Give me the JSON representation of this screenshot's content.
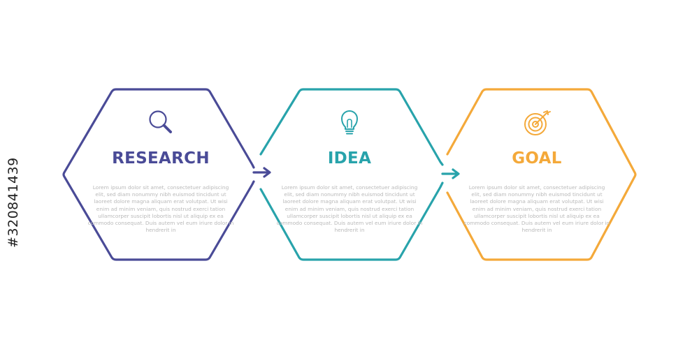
{
  "colors": {
    "research": "#4a4b97",
    "idea": "#28a3ab",
    "goal": "#f4a93a",
    "body_text": "#b9b9b9"
  },
  "steps": [
    {
      "title": "RESEARCH",
      "icon": "magnifier-icon",
      "text": "Lorem ipsum dolor sit amet, consectetuer adipiscing elit, sed diam nonummy nibh euismod tincidunt ut laoreet dolore magna aliquam erat volutpat. Ut wisi enim ad minim veniam, quis nostrud exerci tation ullamcorper suscipit lobortis nisl ut aliquip ex ea commodo consequat. Duis autem vel eum iriure dolor in hendrerit in"
    },
    {
      "title": "IDEA",
      "icon": "lightbulb-icon",
      "text": "Lorem ipsum dolor sit amet, consectetuer adipiscing elit, sed diam nonummy nibh euismod tincidunt ut laoreet dolore magna aliquam erat volutpat. Ut wisi enim ad minim veniam, quis nostrud exerci tation ullamcorper suscipit lobortis nisl ut aliquip ex ea commodo consequat. Duis autem vel eum iriure dolor in hendrerit in"
    },
    {
      "title": "GOAL",
      "icon": "target-arrow-icon",
      "text": "Lorem ipsum dolor sit amet, consectetuer adipiscing elit, sed diam nonummy nibh euismod tincidunt ut laoreet dolore magna aliquam erat volutpat. Ut wisi enim ad minim veniam, quis nostrud exerci tation ullamcorper suscipit lobortis nisl ut aliquip ex ea commodo consequat. Duis autem vel eum iriure dolor in hendrerit in"
    }
  ],
  "watermark_id": "#320841439"
}
